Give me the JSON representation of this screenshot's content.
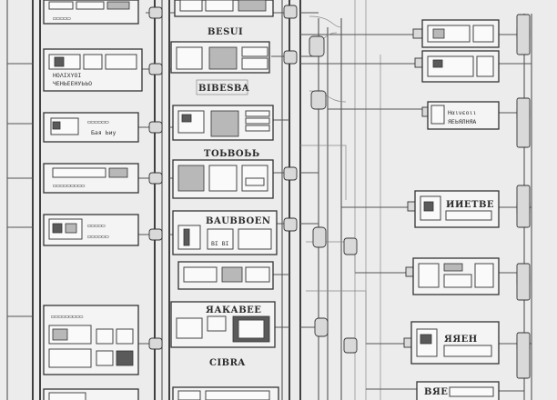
{
  "labels": {
    "header_top": "BESUI",
    "header_2": "BIBESBA",
    "header_3": "ТОЬВОЬЬ",
    "header_4": "BAUBBOEN",
    "header_5": "ЯАКАВЕЕ",
    "footer": "CIBRA",
    "left_1": "ΗΟΛΙΧΥΟΙ",
    "left_1b": "ЧЕНЬЕЕНУЬЬО",
    "left_2": "Бая Ьиу",
    "right_1": "Ηαινεοιι",
    "right_1b": "ЯЕЬЯЛНЯА",
    "right_2": "ИИЕТВЕ",
    "right_3": "ЯЯЕН",
    "right_bottom": "ВЯЕ"
  }
}
